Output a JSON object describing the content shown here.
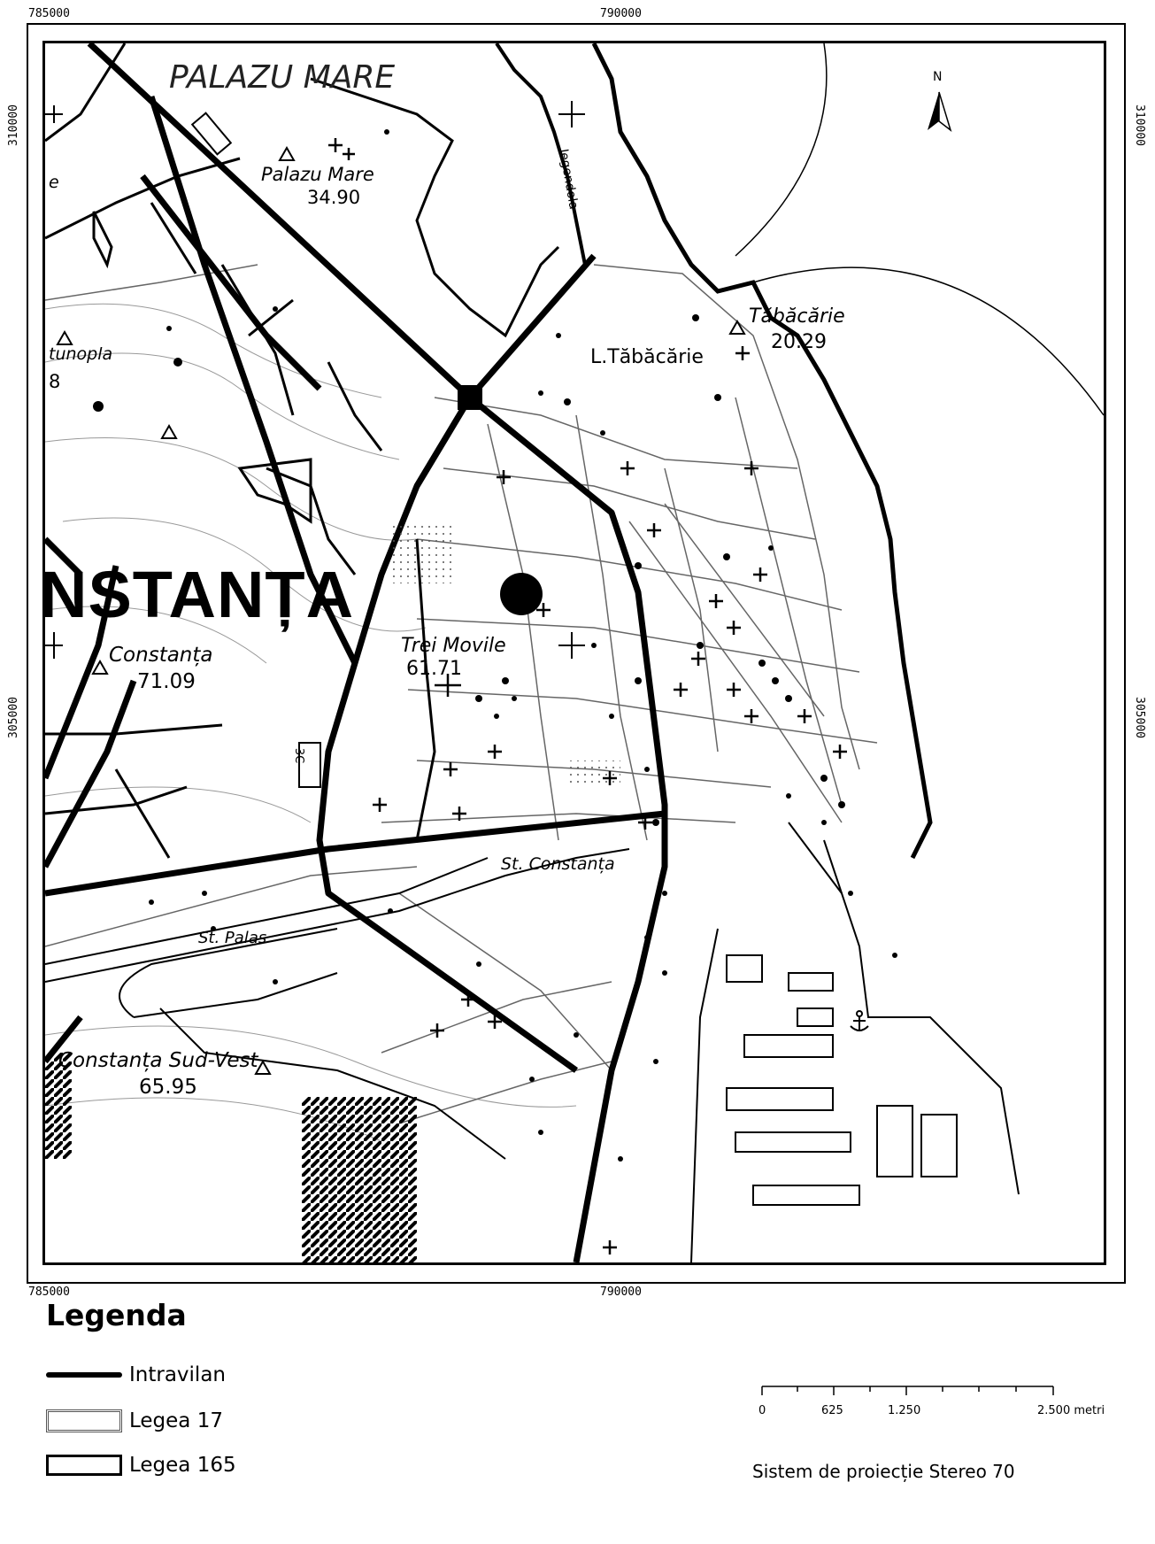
{
  "coords": {
    "top_left": "785000",
    "top_mid": "790000",
    "bottom_left": "785000",
    "bottom_mid": "790000",
    "left_top": "310000",
    "left_mid": "305000",
    "right_top": "310000",
    "right_mid": "305000"
  },
  "north_label": "N",
  "places": {
    "palazu_mare_district": "PALAZU MARE",
    "palazu_mare": "Palazu Mare",
    "palazu_mare_alt": "34.90",
    "tabacarie": "Tăbăcărie",
    "tabacarie_alt": "20.29",
    "l_tabacarie": "L.Tăbăcărie",
    "city": "NSTANȚA",
    "constanta": "Constanța",
    "constanta_alt": "71.09",
    "trei_movile": "Trei Movile",
    "trei_movile_alt": "61.71",
    "st_constanta": "St. Constanța",
    "st_palas": "St. Palas",
    "constanta_sv": "Constanța Sud-Vest",
    "constanta_sv_alt": "65.95",
    "vertical_road": "Iegendola",
    "road_marker": "3C",
    "left_partial": "tunopla",
    "left_partial_alt": "8",
    "left_partial_top": "e"
  },
  "legend": {
    "title": "Legenda",
    "items": [
      {
        "label": "Intravilan"
      },
      {
        "label": "Legea 17"
      },
      {
        "label": "Legea 165"
      }
    ]
  },
  "scale": {
    "labels": [
      "0",
      "625",
      "1.250",
      "2.500 metri"
    ]
  },
  "projection": "Sistem de proiecție Stereo 70"
}
